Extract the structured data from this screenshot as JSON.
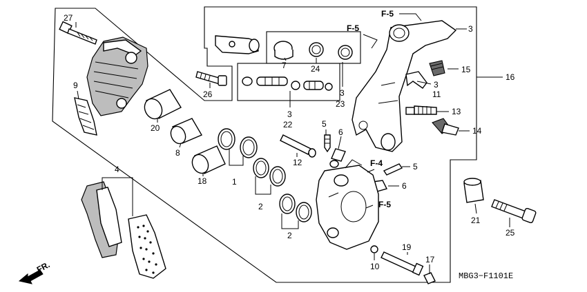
{
  "diagram": {
    "code": "MBG3−F1101E",
    "direction_label": "FR.",
    "callouts": [
      {
        "id": "c27",
        "text": "27"
      },
      {
        "id": "c3a",
        "text": "3"
      },
      {
        "id": "c16",
        "text": "16"
      },
      {
        "id": "c15",
        "text": "15"
      },
      {
        "id": "c3b",
        "text": "3"
      },
      {
        "id": "c11",
        "text": "11"
      },
      {
        "id": "c13",
        "text": "13"
      },
      {
        "id": "c14",
        "text": "14"
      },
      {
        "id": "c9",
        "text": "9"
      },
      {
        "id": "c7",
        "text": "7"
      },
      {
        "id": "c24",
        "text": "24"
      },
      {
        "id": "c3c",
        "text": "3"
      },
      {
        "id": "c23",
        "text": "23"
      },
      {
        "id": "c26",
        "text": "26"
      },
      {
        "id": "c3d",
        "text": "3"
      },
      {
        "id": "c22",
        "text": "22"
      },
      {
        "id": "c20",
        "text": "20"
      },
      {
        "id": "c8",
        "text": "8"
      },
      {
        "id": "c18",
        "text": "18"
      },
      {
        "id": "c1",
        "text": "1"
      },
      {
        "id": "c2a",
        "text": "2"
      },
      {
        "id": "c2b",
        "text": "2"
      },
      {
        "id": "c4",
        "text": "4"
      },
      {
        "id": "c5a",
        "text": "5"
      },
      {
        "id": "c6a",
        "text": "6"
      },
      {
        "id": "c12",
        "text": "12"
      },
      {
        "id": "c5b",
        "text": "5"
      },
      {
        "id": "c6b",
        "text": "6"
      },
      {
        "id": "c21",
        "text": "21"
      },
      {
        "id": "c25",
        "text": "25"
      },
      {
        "id": "c19",
        "text": "19"
      },
      {
        "id": "c10",
        "text": "10"
      },
      {
        "id": "c17",
        "text": "17"
      }
    ],
    "references": [
      {
        "id": "r1",
        "text": "F-5"
      },
      {
        "id": "r2",
        "text": "F-5"
      },
      {
        "id": "r3",
        "text": "F-4"
      },
      {
        "id": "r4",
        "text": "F-5"
      }
    ]
  }
}
